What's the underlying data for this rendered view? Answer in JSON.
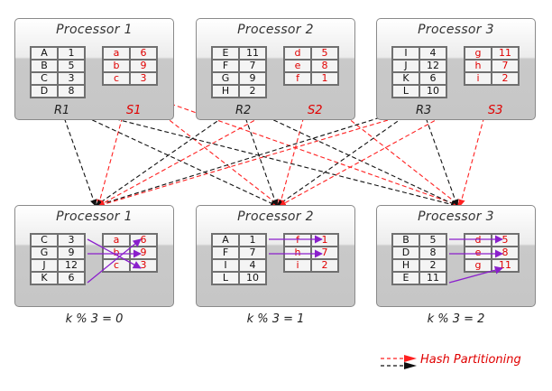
{
  "title": "Hash Partitioning",
  "colors": {
    "r_arrow": "#111111",
    "s_arrow": "#ff2020",
    "local_arrow": "#8a1fcc",
    "red_text": "#e00000"
  },
  "source": [
    {
      "title": "Processor 1",
      "r_label": "R1",
      "s_label": "S1",
      "r_rows": [
        [
          "A",
          "1"
        ],
        [
          "B",
          "5"
        ],
        [
          "C",
          "3"
        ],
        [
          "D",
          "8"
        ]
      ],
      "s_rows": [
        [
          "a",
          "6"
        ],
        [
          "b",
          "9"
        ],
        [
          "c",
          "3"
        ]
      ]
    },
    {
      "title": "Processor 2",
      "r_label": "R2",
      "s_label": "S2",
      "r_rows": [
        [
          "E",
          "11"
        ],
        [
          "F",
          "7"
        ],
        [
          "G",
          "9"
        ],
        [
          "H",
          "2"
        ]
      ],
      "s_rows": [
        [
          "d",
          "5"
        ],
        [
          "e",
          "8"
        ],
        [
          "f",
          "1"
        ]
      ]
    },
    {
      "title": "Processor 3",
      "r_label": "R3",
      "s_label": "S3",
      "r_rows": [
        [
          "I",
          "4"
        ],
        [
          "J",
          "12"
        ],
        [
          "K",
          "6"
        ],
        [
          "L",
          "10"
        ]
      ],
      "s_rows": [
        [
          "g",
          "11"
        ],
        [
          "h",
          "7"
        ],
        [
          "i",
          "2"
        ]
      ]
    }
  ],
  "target": [
    {
      "title": "Processor 1",
      "condition": "k % 3 = 0",
      "r_rows": [
        [
          "C",
          "3"
        ],
        [
          "G",
          "9"
        ],
        [
          "J",
          "12"
        ],
        [
          "K",
          "6"
        ]
      ],
      "s_rows": [
        [
          "a",
          "6"
        ],
        [
          "b",
          "9"
        ],
        [
          "c",
          "3"
        ]
      ],
      "joins": [
        [
          0,
          2
        ],
        [
          1,
          1
        ],
        [
          3,
          0
        ]
      ]
    },
    {
      "title": "Processor 2",
      "condition": "k % 3 = 1",
      "r_rows": [
        [
          "A",
          "1"
        ],
        [
          "F",
          "7"
        ],
        [
          "I",
          "4"
        ],
        [
          "L",
          "10"
        ]
      ],
      "s_rows": [
        [
          "f",
          "1"
        ],
        [
          "h",
          "7"
        ],
        [
          "i",
          "2"
        ]
      ],
      "joins": [
        [
          0,
          0
        ],
        [
          1,
          1
        ]
      ]
    },
    {
      "title": "Processor 3",
      "condition": "k % 3 = 2",
      "r_rows": [
        [
          "B",
          "5"
        ],
        [
          "D",
          "8"
        ],
        [
          "H",
          "2"
        ],
        [
          "E",
          "11"
        ]
      ],
      "s_rows": [
        [
          "d",
          "5"
        ],
        [
          "e",
          "8"
        ],
        [
          "g",
          "11"
        ]
      ],
      "joins": [
        [
          0,
          0
        ],
        [
          1,
          1
        ],
        [
          3,
          2
        ]
      ]
    }
  ],
  "legend": {
    "label": "Hash Partitioning"
  }
}
